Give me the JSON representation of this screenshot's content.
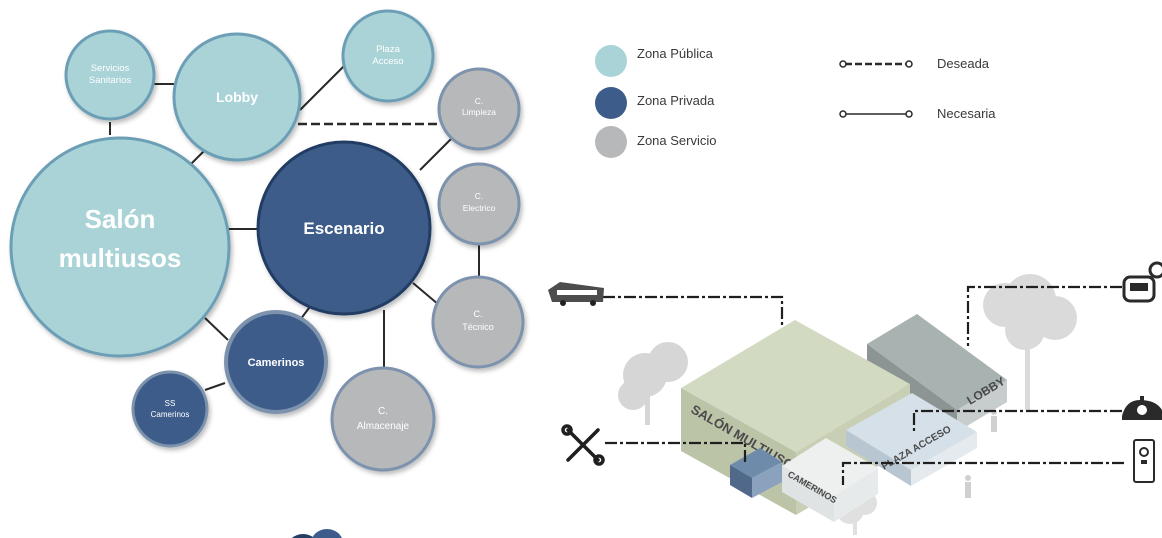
{
  "colors": {
    "publica": "#a9d3d6",
    "privada": "#3d5c8a",
    "servicio": "#b7b8ba",
    "publica_border": "#6c9fb6",
    "privada_border": "#243e63",
    "servicio_border": "#7d93ad",
    "connector": "#2a2a2a"
  },
  "bubbles": {
    "servicios": [
      "Servicios",
      "Sanitarios"
    ],
    "lobby": [
      "Lobby"
    ],
    "plaza": [
      "Plaza",
      "Acceso"
    ],
    "limpieza": [
      "C.",
      "Limpieza"
    ],
    "salon": [
      "Salón",
      "multiusos"
    ],
    "escenario": [
      "Escenario"
    ],
    "electrico": [
      "C.",
      "Electrico"
    ],
    "tecnico": [
      "C.",
      "Técnico"
    ],
    "camerinos": [
      "Camerinos"
    ],
    "ss_camerinos": [
      "SS",
      "Camerinos"
    ],
    "almacenaje": [
      "C.",
      "Almacenaje"
    ]
  },
  "legend": {
    "zones": [
      {
        "label": "Zona Pública",
        "color": "#a9d3d6"
      },
      {
        "label": "Zona Privada",
        "color": "#3d5c8a"
      },
      {
        "label": "Zona Servicio",
        "color": "#b7b8ba"
      }
    ],
    "lines": [
      {
        "label": "Deseada",
        "style": "dashed"
      },
      {
        "label": "Necesaria",
        "style": "solid"
      }
    ]
  },
  "isometric": {
    "salon": "SALÓN MULTIUSOS",
    "lobby": "LOBBY",
    "plaza": "PLAZA ACCESO",
    "camerinos": "CAMERINOS",
    "icons": [
      "bus-icon",
      "car-icon",
      "tools-icon",
      "scooter-icon",
      "parking-meter-icon"
    ]
  }
}
